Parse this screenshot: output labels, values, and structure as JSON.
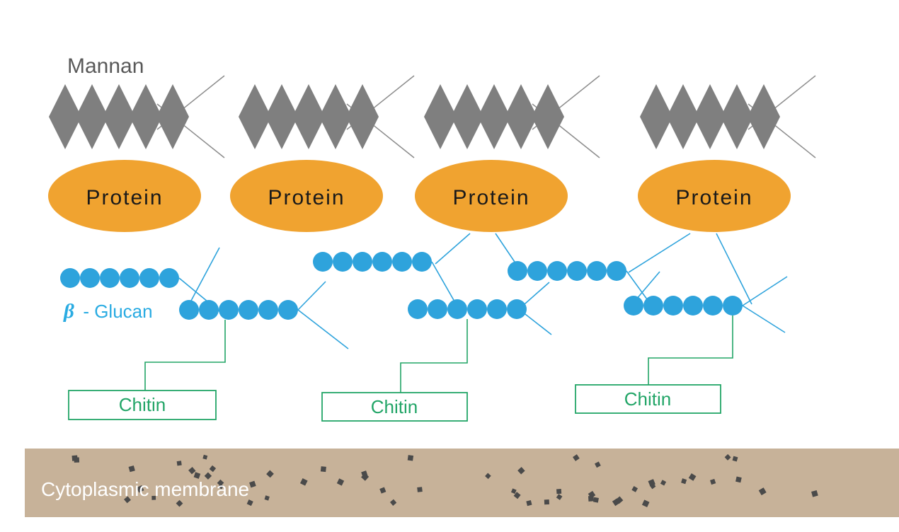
{
  "diagram": {
    "labels": {
      "mannan": "Mannan",
      "beta": "β",
      "glucan": "- Glucan",
      "membrane": "Cytoplasmic membrane"
    },
    "proteins": [
      {
        "label": "Protein"
      },
      {
        "label": "Protein"
      },
      {
        "label": "Protein"
      },
      {
        "label": "Protein"
      }
    ],
    "chitin_boxes": [
      {
        "label": "Chitin"
      },
      {
        "label": "Chitin"
      },
      {
        "label": "Chitin"
      }
    ],
    "colors": {
      "background": "#FFFFFF",
      "mannan_shape": "#7F7F7F",
      "mannan_line": "#8C8C8C",
      "mannan_text": "#595959",
      "protein_fill": "#F0A330",
      "protein_text": "#1A1A1A",
      "glucan_fill": "#2EA3DC",
      "glucan_label": "#29ABE2",
      "chitin_green": "#22A567",
      "membrane_fill": "#C7B299",
      "membrane_text": "#FFFFFF",
      "speckle": "#4A4A4A"
    }
  }
}
